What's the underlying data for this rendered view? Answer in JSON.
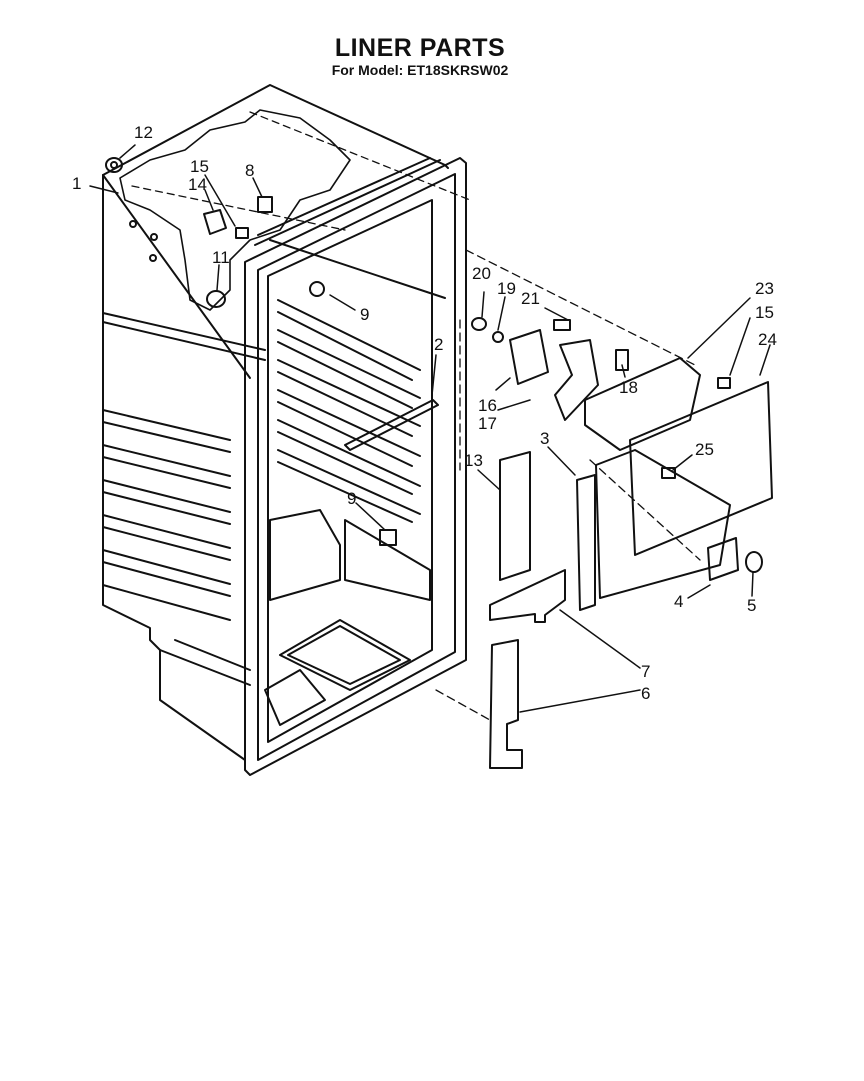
{
  "header": {
    "title": "LINER PARTS",
    "model": "For Model: ET18SKRSW02"
  },
  "callouts": [
    "1",
    "2",
    "3",
    "4",
    "5",
    "6",
    "7",
    "8",
    "9",
    "9",
    "11",
    "12",
    "13",
    "14",
    "15",
    "15",
    "16",
    "17",
    "18",
    "19",
    "20",
    "21",
    "23",
    "24",
    "25"
  ]
}
